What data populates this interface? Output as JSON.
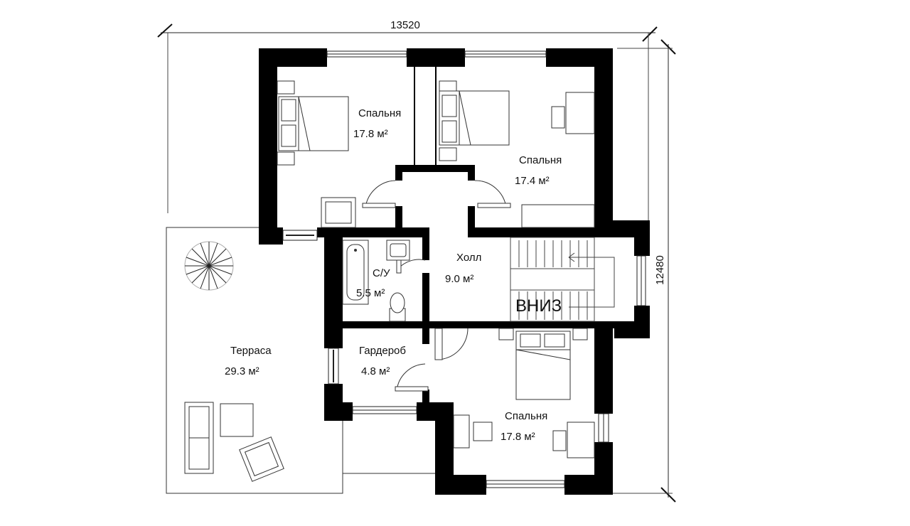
{
  "dimensions": {
    "width_label": "13520",
    "height_label": "12480"
  },
  "rooms": {
    "bedroom_nw": {
      "name": "Спальня",
      "area": "17.8 м²"
    },
    "bedroom_ne": {
      "name": "Спальня",
      "area": "17.4 м²"
    },
    "hall": {
      "name": "Холл",
      "area": "9.0 м²"
    },
    "bathroom": {
      "name": "С/У",
      "area": "5.5 м²"
    },
    "wardrobe": {
      "name": "Гардероб",
      "area": "4.8 м²"
    },
    "bedroom_s": {
      "name": "Спальня",
      "area": "17.8 м²"
    },
    "terrace": {
      "name": "Терраса",
      "area": "29.3 м²"
    }
  },
  "stairs": {
    "label": "ВНИЗ"
  }
}
